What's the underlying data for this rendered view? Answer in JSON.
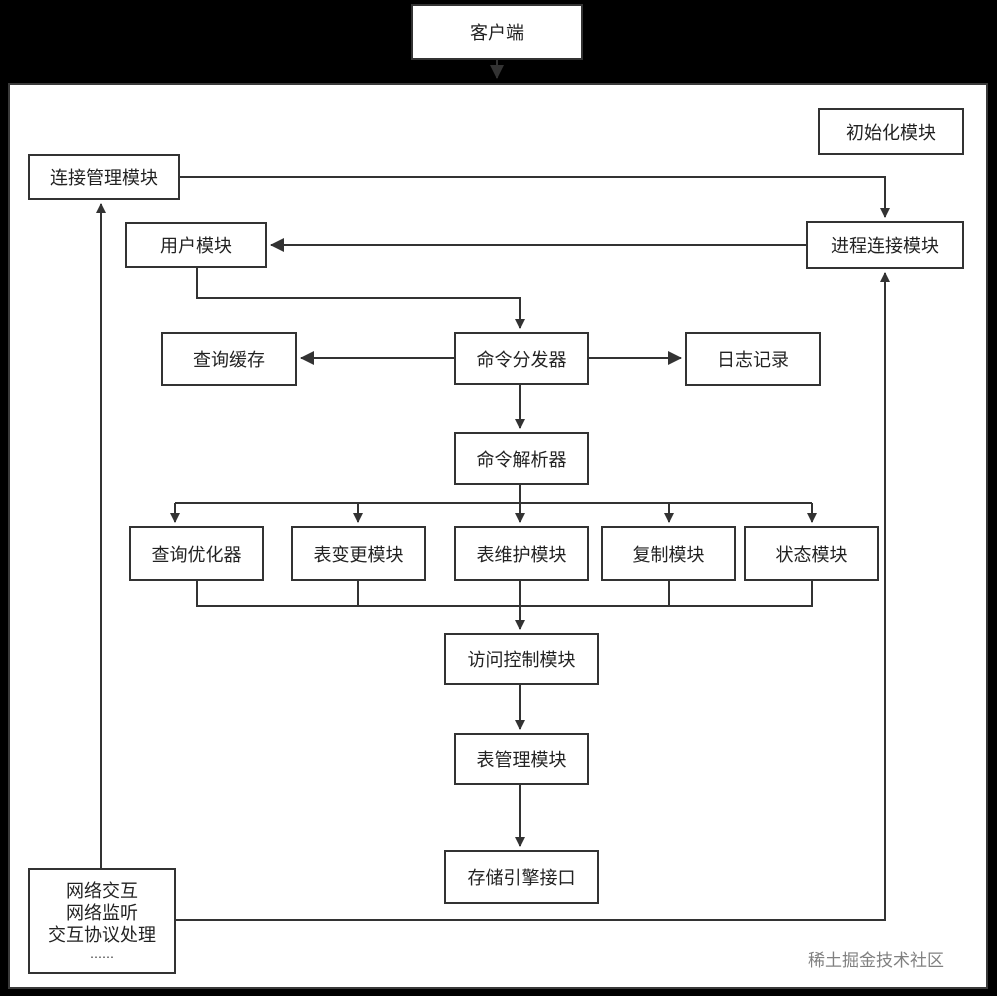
{
  "nodes": {
    "client": "客户端",
    "init": "初始化模块",
    "conn_mgmt": "连接管理模块",
    "user": "用户模块",
    "thread_conn": "进程连接模块",
    "query_cache": "查询缓存",
    "dispatcher": "命令分发器",
    "log": "日志记录",
    "parser": "命令解析器",
    "optimizer": "查询优化器",
    "alter_table": "表变更模块",
    "table_maint": "表维护模块",
    "replication": "复制模块",
    "status": "状态模块",
    "access_ctrl": "访问控制模块",
    "table_mgr": "表管理模块",
    "storage_iface": "存储引擎接口",
    "network": [
      "网络交互",
      "网络监听",
      "交互协议处理",
      "……"
    ]
  },
  "watermark": "稀土掘金技术社区"
}
